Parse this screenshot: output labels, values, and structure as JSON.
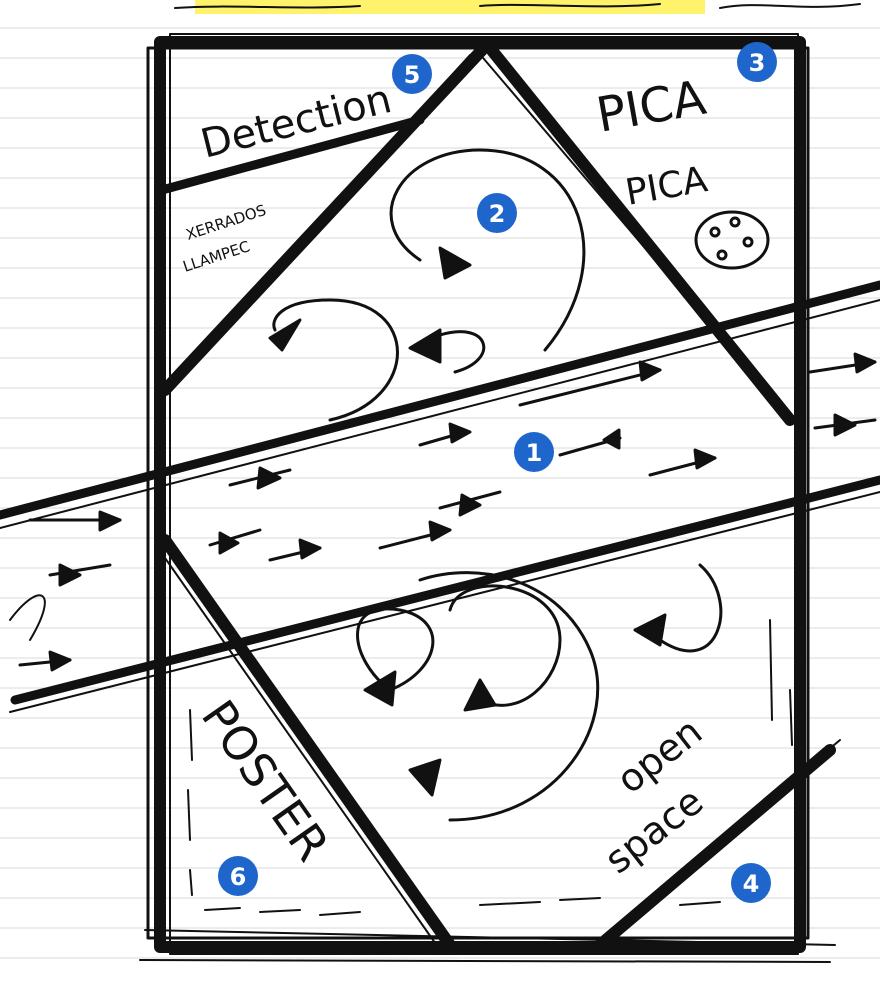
{
  "colors": {
    "ink": "#111111",
    "badge": "#1f66cc",
    "highlight": "#fff36b",
    "rule_line": "#d8d8d8"
  },
  "zones": [
    {
      "number": "1"
    },
    {
      "number": "2"
    },
    {
      "number": "3"
    },
    {
      "number": "4"
    },
    {
      "number": "5"
    },
    {
      "number": "6"
    }
  ],
  "labels": {
    "detection": "Detection",
    "pica": "PICA",
    "pica_2": "PICA",
    "xerrados": "XERRADOS",
    "llampec": "LLAMPEC",
    "poster": "POSTER",
    "open": "open",
    "space": "space"
  }
}
